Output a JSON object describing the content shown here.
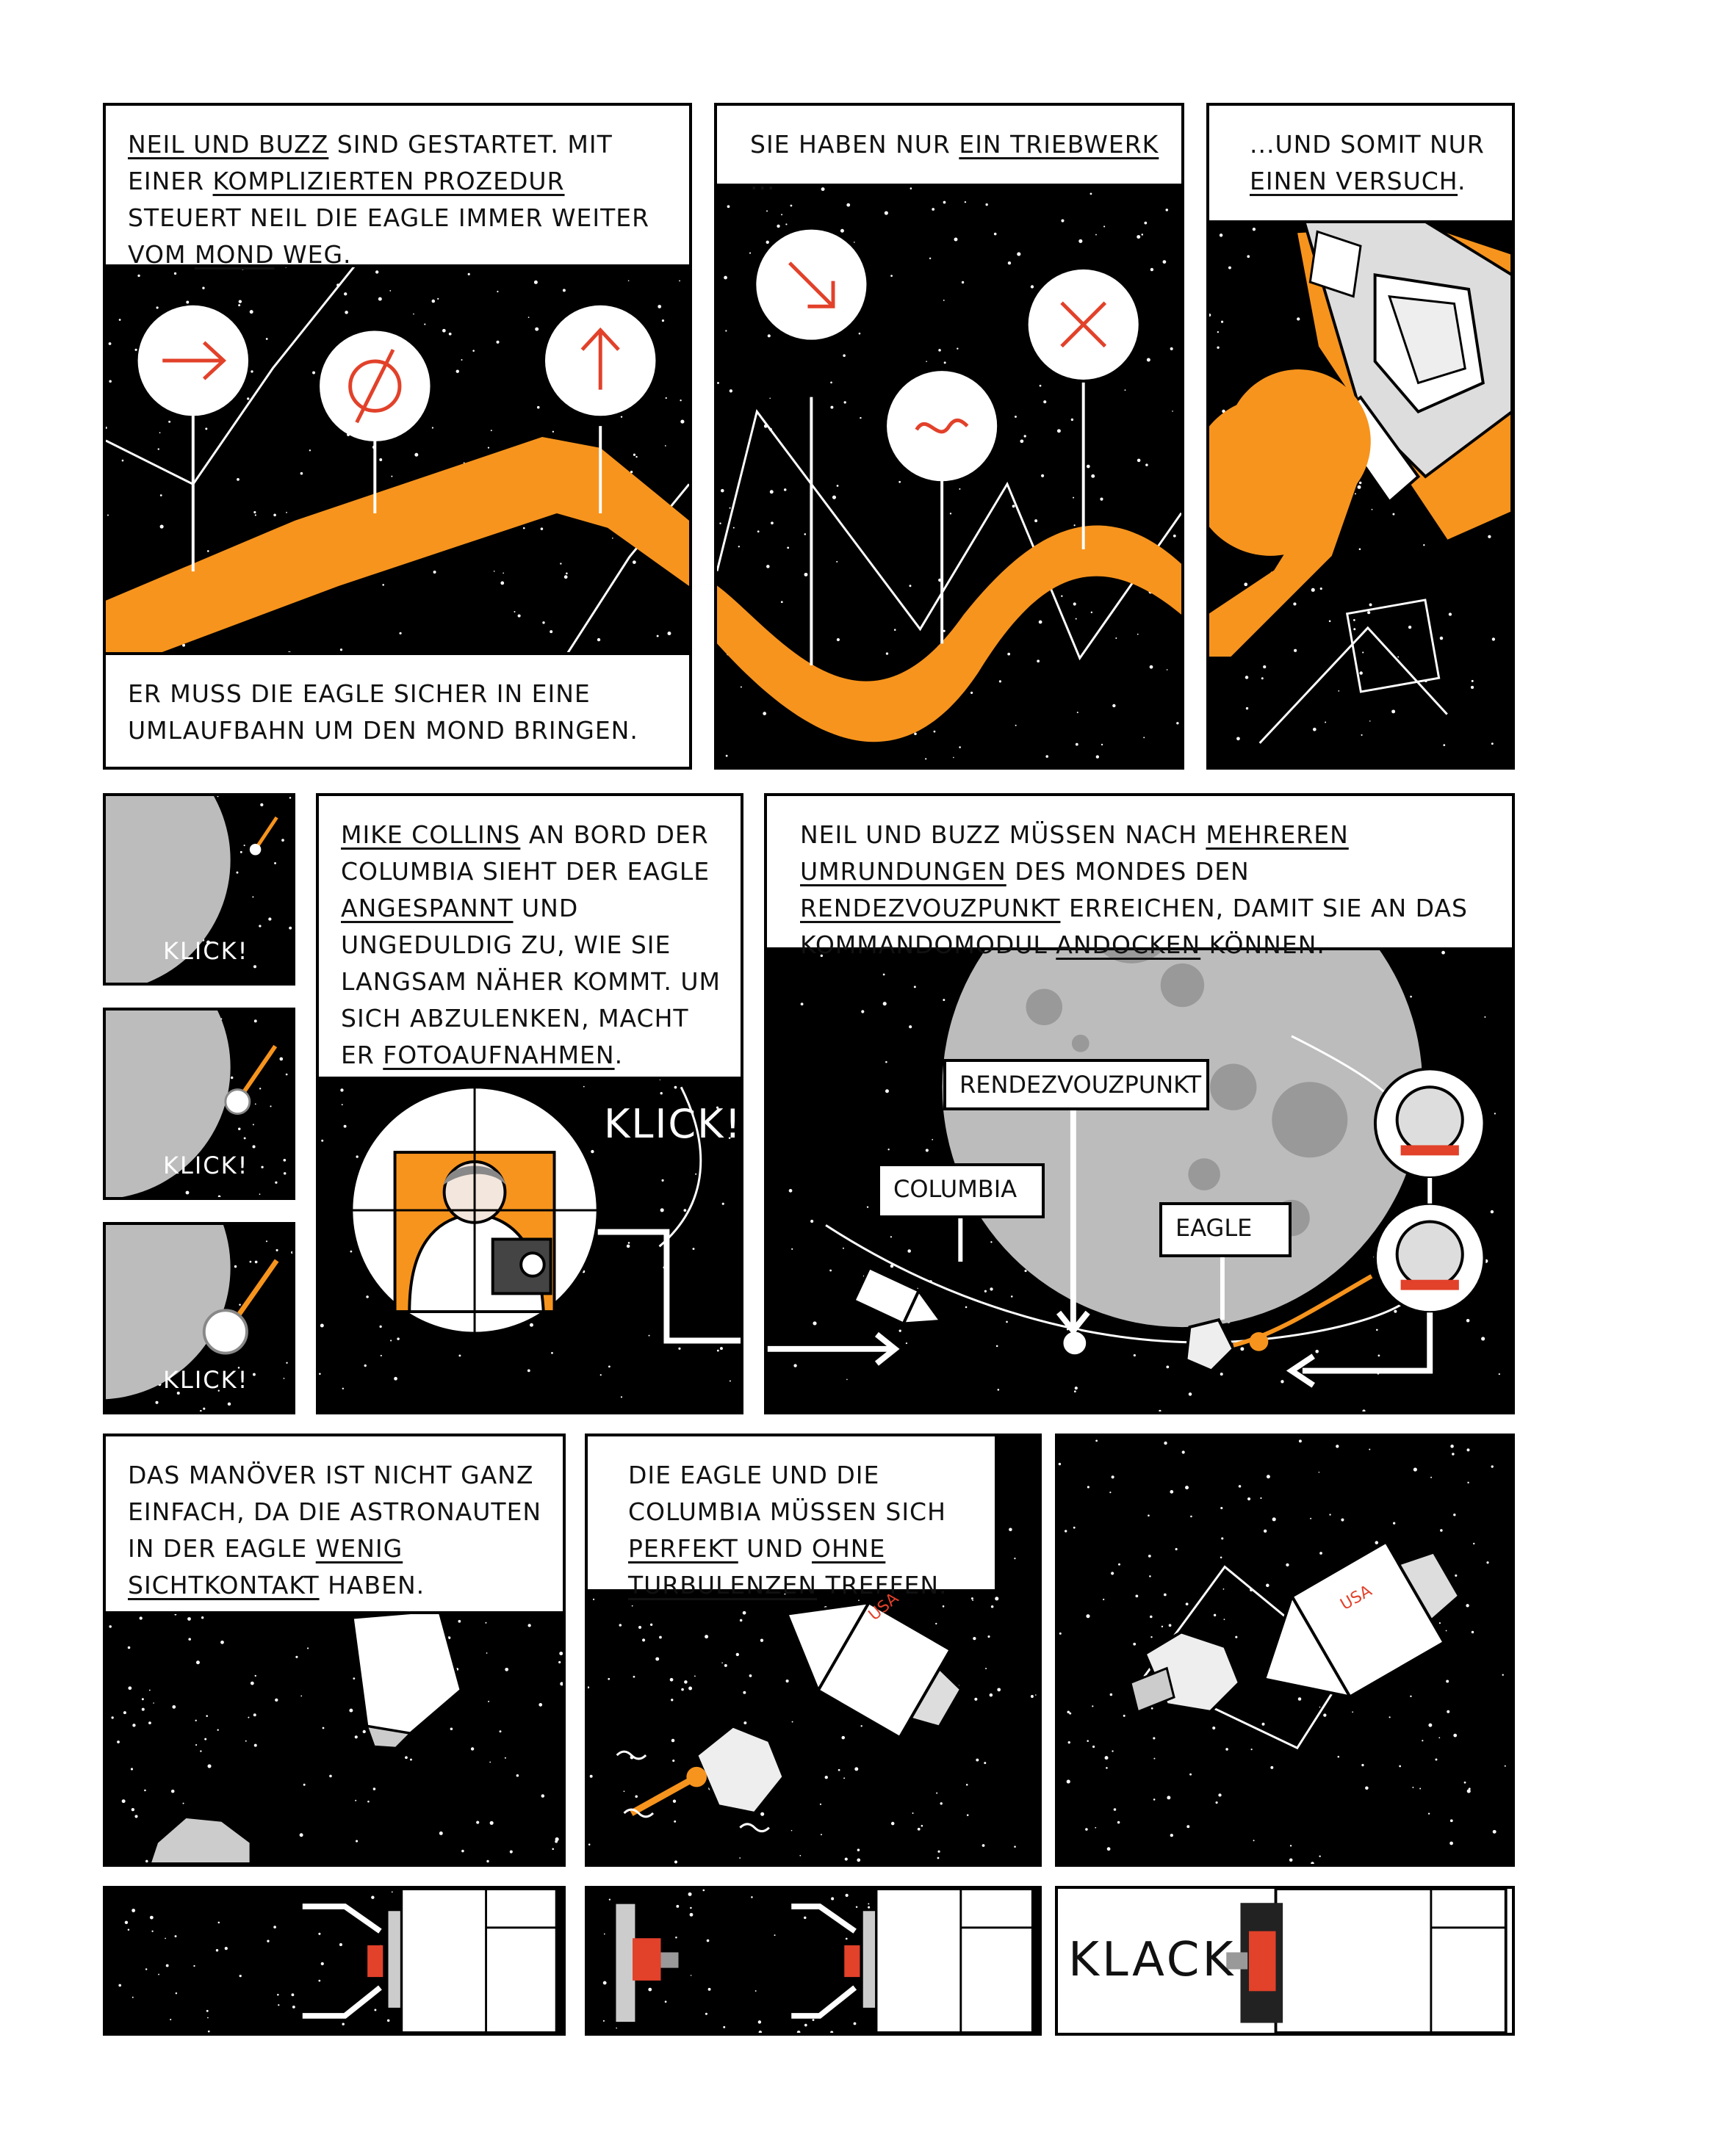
{
  "colors": {
    "accent_orange": "#f7941d",
    "space_black": "#000000",
    "moon_grey": "#bcbcbc",
    "red": "#e2412a"
  },
  "row1": {
    "p1": {
      "caption_top": [
        "Neil und Buzz",
        " sind gestartet. Mit einer ",
        "komplizierten Prozedur",
        " steuert Neil die Eagle immer weiter vom ",
        "Mond",
        " weg."
      ],
      "caption_bottom": "Er muss die Eagle sicher in eine Umlaufbahn um den Mond bringen.",
      "icons": [
        "arrow-right-icon",
        "empty-set-icon",
        "arrow-up-icon"
      ]
    },
    "p2": {
      "caption": [
        "Sie haben nur ",
        "ein Triebwerk",
        " ..."
      ],
      "icons": [
        "arrow-down-right-icon",
        "tilde-icon",
        "cross-icon"
      ]
    },
    "p3": {
      "caption": [
        "...und somit nur ",
        "einen Versuch",
        "."
      ]
    }
  },
  "row2": {
    "klick_small": [
      "KLICK!",
      "KLICK!",
      "KLICK!"
    ],
    "p_collins": {
      "caption": [
        "Mike Collins",
        " an Bord der Columbia sieht der Eagle ",
        "angespannt",
        " und ungeduldig zu, wie sie langsam näher kommt. Um sich abzulenken, macht er ",
        "Fotoaufnahmen",
        "."
      ],
      "sfx": "KLICK!"
    },
    "p_rendezvous": {
      "caption": [
        "Neil und Buzz müssen nach ",
        "mehreren Umrundungen",
        " des Mondes den ",
        "Rendezvouzpunkt",
        " erreichen, damit sie an das Kommandomodul ",
        "andocken",
        " können."
      ],
      "label_rendezvous": "Rendezvouzpunkt",
      "label_columbia": "Columbia",
      "label_eagle": "Eagle"
    }
  },
  "row3": {
    "p1": {
      "caption": [
        "Das Manöver ist nicht ganz einfach, da die Astronauten in der Eagle ",
        "wenig Sichtkontakt",
        " haben."
      ]
    },
    "p2": {
      "caption": [
        "Die Eagle und die Columbia müssen sich ",
        "perfekt",
        " und ",
        "ohne Turbulenzen",
        " treffen."
      ],
      "usa": "USA"
    },
    "p3": {
      "usa": "USA"
    }
  },
  "row4": {
    "sfx": "KLACK"
  }
}
